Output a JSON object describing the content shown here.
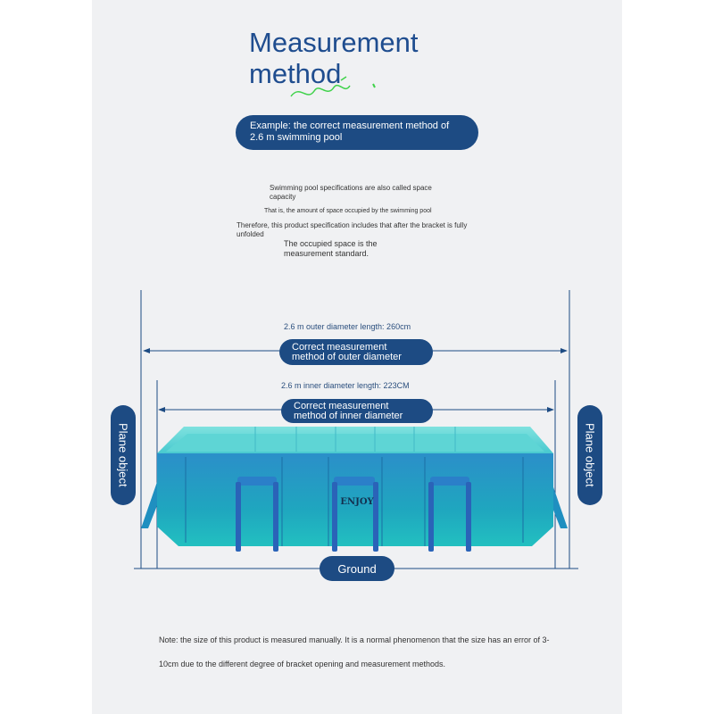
{
  "header": {
    "title": "Measurement method"
  },
  "example": {
    "text": "Example: the correct measurement method of 2.6 m swimming pool"
  },
  "explanation": {
    "line1": "Swimming pool specifications are also called space capacity",
    "line2": "That is, the amount of space occupied by the swimming pool",
    "line3": "Therefore, this product specification includes that after the bracket is fully unfolded",
    "line4": "The occupied space is the measurement standard."
  },
  "diagram": {
    "outer_dimension": "2.6 m outer diameter length: 260cm",
    "outer_method": "Correct measurement method of outer diameter",
    "inner_dimension": "2.6 m inner diameter length: 223CM",
    "inner_method": "Correct measurement method of inner diameter",
    "left_label": "Plane object",
    "right_label": "Plane object",
    "ground_label": "Ground",
    "brand": "ENJOY"
  },
  "note": {
    "text": "Note: the size of this product is measured manually. It is a normal phenomenon that the size has an error of 3-10cm due to the different degree of bracket opening and measurement methods."
  },
  "colors": {
    "pill": "#1d4b83",
    "pool_top": "#5fd4d1",
    "pool_body": "#1fa0c0",
    "lines": "#1d4b83",
    "title": "#1f4d8f"
  }
}
